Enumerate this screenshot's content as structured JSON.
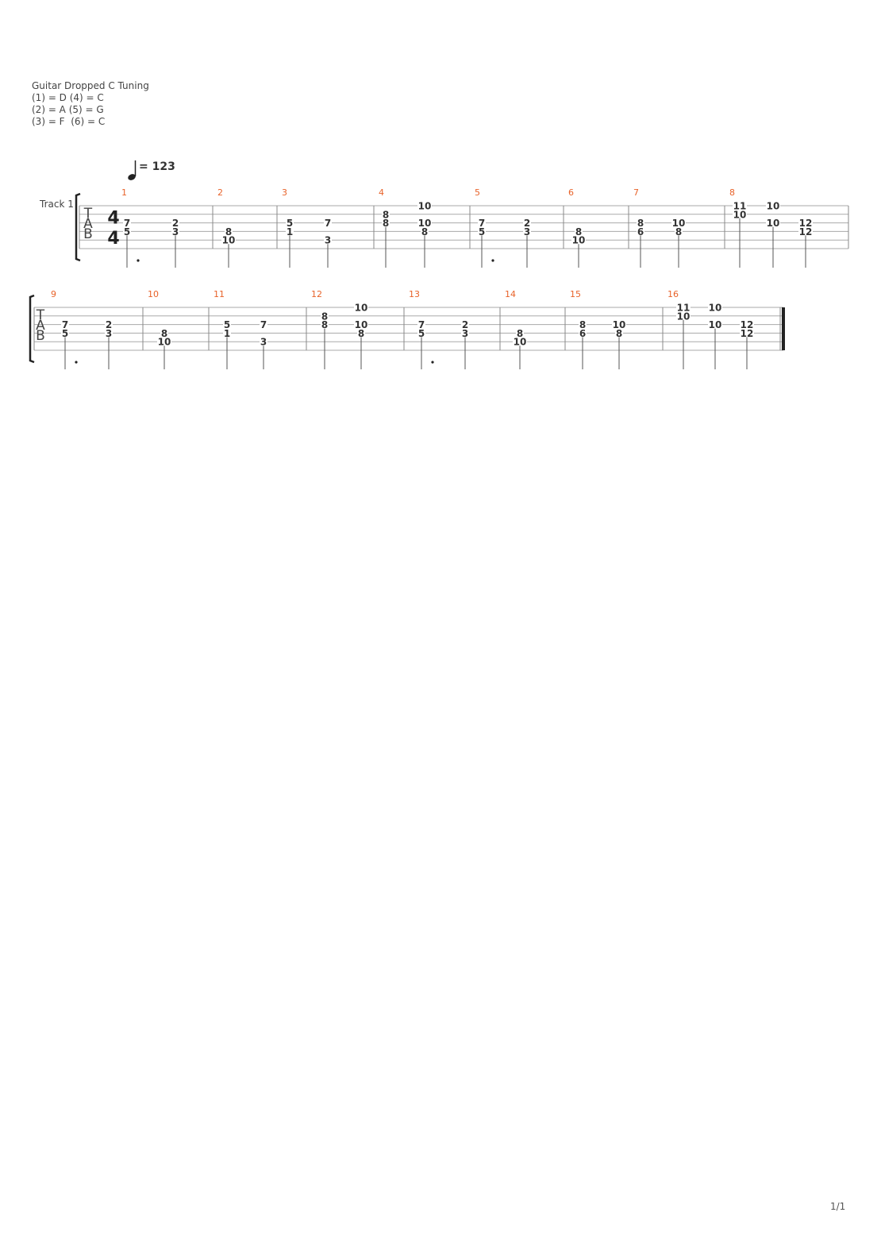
{
  "header": {
    "tuning_title": "Guitar Dropped C Tuning",
    "tuning_lines": [
      "(1) = D (4) = C",
      "(2) = A (5) = G",
      "(3) = F  (6) = C"
    ]
  },
  "tempo": {
    "text": "= 123",
    "note_icon": "quarter-note-icon"
  },
  "track": {
    "name": "Track 1"
  },
  "clef": {
    "letters": [
      "T",
      "A",
      "B"
    ],
    "time_signature": [
      "4",
      "4"
    ]
  },
  "page_number": "1/1",
  "colors": {
    "measure_number": "#e8632a",
    "staff_line": "#aaaaaa",
    "text": "#333333"
  },
  "systems": [
    {
      "measures": [
        {
          "number": "1",
          "beats": [
            {
              "notes": [
                {
                  "string": 3,
                  "fret": "7"
                },
                {
                  "string": 4,
                  "fret": "5"
                }
              ],
              "dotted": true
            },
            {
              "notes": [
                {
                  "string": 3,
                  "fret": "2"
                },
                {
                  "string": 4,
                  "fret": "3"
                }
              ]
            }
          ]
        },
        {
          "number": "2",
          "beats": [
            {
              "notes": [
                {
                  "string": 4,
                  "fret": "8"
                },
                {
                  "string": 5,
                  "fret": "10"
                }
              ]
            }
          ]
        },
        {
          "number": "3",
          "beats": [
            {
              "notes": [
                {
                  "string": 3,
                  "fret": "5"
                },
                {
                  "string": 4,
                  "fret": "1"
                }
              ]
            },
            {
              "notes": [
                {
                  "string": 3,
                  "fret": "7"
                },
                {
                  "string": 5,
                  "fret": "3"
                }
              ]
            }
          ]
        },
        {
          "number": "4",
          "beats": [
            {
              "notes": [
                {
                  "string": 2,
                  "fret": "8"
                },
                {
                  "string": 3,
                  "fret": "8"
                }
              ]
            },
            {
              "notes": [
                {
                  "string": 1,
                  "fret": "10"
                },
                {
                  "string": 3,
                  "fret": "10"
                },
                {
                  "string": 4,
                  "fret": "8"
                }
              ]
            }
          ]
        },
        {
          "number": "5",
          "beats": [
            {
              "notes": [
                {
                  "string": 3,
                  "fret": "7"
                },
                {
                  "string": 4,
                  "fret": "5"
                }
              ],
              "dotted": true
            },
            {
              "notes": [
                {
                  "string": 3,
                  "fret": "2"
                },
                {
                  "string": 4,
                  "fret": "3"
                }
              ]
            }
          ]
        },
        {
          "number": "6",
          "beats": [
            {
              "notes": [
                {
                  "string": 4,
                  "fret": "8"
                },
                {
                  "string": 5,
                  "fret": "10"
                }
              ]
            }
          ]
        },
        {
          "number": "7",
          "beats": [
            {
              "notes": [
                {
                  "string": 3,
                  "fret": "8"
                },
                {
                  "string": 4,
                  "fret": "6"
                }
              ]
            },
            {
              "notes": [
                {
                  "string": 3,
                  "fret": "10"
                },
                {
                  "string": 4,
                  "fret": "8"
                }
              ]
            }
          ]
        },
        {
          "number": "8",
          "beats": [
            {
              "notes": [
                {
                  "string": 1,
                  "fret": "11"
                },
                {
                  "string": 2,
                  "fret": "10"
                }
              ]
            },
            {
              "notes": [
                {
                  "string": 1,
                  "fret": "10"
                },
                {
                  "string": 3,
                  "fret": "10"
                }
              ]
            },
            {
              "notes": [
                {
                  "string": 3,
                  "fret": "12"
                },
                {
                  "string": 4,
                  "fret": "12"
                }
              ]
            }
          ]
        }
      ]
    },
    {
      "measures": [
        {
          "number": "9",
          "beats": [
            {
              "notes": [
                {
                  "string": 3,
                  "fret": "7"
                },
                {
                  "string": 4,
                  "fret": "5"
                }
              ],
              "dotted": true
            },
            {
              "notes": [
                {
                  "string": 3,
                  "fret": "2"
                },
                {
                  "string": 4,
                  "fret": "3"
                }
              ]
            }
          ]
        },
        {
          "number": "10",
          "beats": [
            {
              "notes": [
                {
                  "string": 4,
                  "fret": "8"
                },
                {
                  "string": 5,
                  "fret": "10"
                }
              ]
            }
          ]
        },
        {
          "number": "11",
          "beats": [
            {
              "notes": [
                {
                  "string": 3,
                  "fret": "5"
                },
                {
                  "string": 4,
                  "fret": "1"
                }
              ]
            },
            {
              "notes": [
                {
                  "string": 3,
                  "fret": "7"
                },
                {
                  "string": 5,
                  "fret": "3"
                }
              ]
            }
          ]
        },
        {
          "number": "12",
          "beats": [
            {
              "notes": [
                {
                  "string": 2,
                  "fret": "8"
                },
                {
                  "string": 3,
                  "fret": "8"
                }
              ]
            },
            {
              "notes": [
                {
                  "string": 1,
                  "fret": "10"
                },
                {
                  "string": 3,
                  "fret": "10"
                },
                {
                  "string": 4,
                  "fret": "8"
                }
              ]
            }
          ]
        },
        {
          "number": "13",
          "beats": [
            {
              "notes": [
                {
                  "string": 3,
                  "fret": "7"
                },
                {
                  "string": 4,
                  "fret": "5"
                }
              ],
              "dotted": true
            },
            {
              "notes": [
                {
                  "string": 3,
                  "fret": "2"
                },
                {
                  "string": 4,
                  "fret": "3"
                }
              ]
            }
          ]
        },
        {
          "number": "14",
          "beats": [
            {
              "notes": [
                {
                  "string": 4,
                  "fret": "8"
                },
                {
                  "string": 5,
                  "fret": "10"
                }
              ]
            }
          ]
        },
        {
          "number": "15",
          "beats": [
            {
              "notes": [
                {
                  "string": 3,
                  "fret": "8"
                },
                {
                  "string": 4,
                  "fret": "6"
                }
              ]
            },
            {
              "notes": [
                {
                  "string": 3,
                  "fret": "10"
                },
                {
                  "string": 4,
                  "fret": "8"
                }
              ]
            }
          ]
        },
        {
          "number": "16",
          "beats": [
            {
              "notes": [
                {
                  "string": 1,
                  "fret": "11"
                },
                {
                  "string": 2,
                  "fret": "10"
                }
              ]
            },
            {
              "notes": [
                {
                  "string": 1,
                  "fret": "10"
                },
                {
                  "string": 3,
                  "fret": "10"
                }
              ]
            },
            {
              "notes": [
                {
                  "string": 3,
                  "fret": "12"
                },
                {
                  "string": 4,
                  "fret": "12"
                }
              ]
            }
          ]
        }
      ]
    }
  ]
}
